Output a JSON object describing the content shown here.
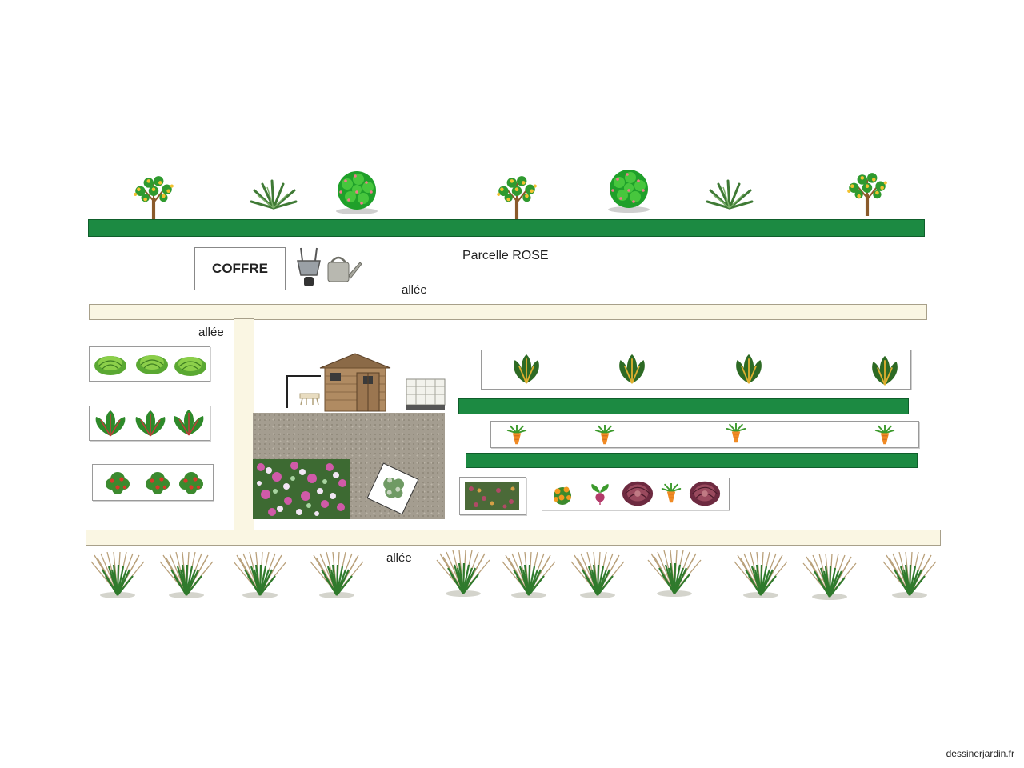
{
  "labels": {
    "plot_title": "Parcelle ROSE",
    "coffre": "COFFRE",
    "allee_top": "allée",
    "allee_left": "allée",
    "allee_bottom": "allée",
    "watermark": "dessinerjardin.fr"
  },
  "icons": {
    "fruit_tree": "fruit-tree-icon",
    "shrub": "flowering-shrub-icon",
    "grass_tuft": "grass-tuft-icon",
    "ornamental_grass": "ornamental-grass-icon",
    "lettuce": "lettuce-icon",
    "chard": "chard-icon",
    "tomato": "tomato-plant-icon",
    "carrot": "carrot-icon",
    "shed": "garden-shed-icon",
    "wheelbarrow": "wheelbarrow-icon",
    "watering_can": "watering-can-icon",
    "water_tank": "water-tank-icon",
    "bench": "garden-bench-icon",
    "flowers": "flower-bed-icon"
  },
  "colors": {
    "hedge": "#1c8a42",
    "path": "#faf6e3",
    "gravel": "#a49d90"
  }
}
